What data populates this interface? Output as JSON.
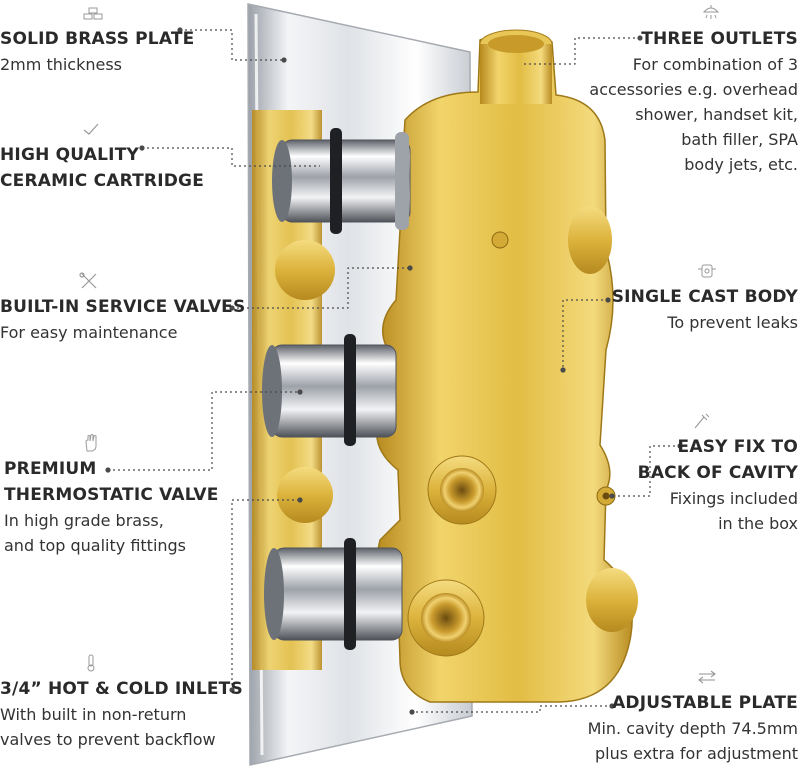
{
  "features": [
    {
      "title": "SOLID BRASS PLATE",
      "desc": [
        "2mm thickness"
      ],
      "icon": "brick-icon"
    },
    {
      "title": "HIGH QUALITY\nCERAMIC CARTRIDGE",
      "desc": [],
      "icon": "check-icon"
    },
    {
      "title": "BUILT-IN SERVICE VALVES",
      "desc": [
        "For easy maintenance"
      ],
      "icon": "tools-icon"
    },
    {
      "title": "PREMIUM\nTHERMOSTATIC VALVE",
      "desc": [
        "In high grade brass,",
        "and top quality fittings"
      ],
      "icon": "hand-icon"
    },
    {
      "title": "3/4” HOT & COLD INLETS",
      "desc": [
        "With built in non-return",
        "valves to prevent backflow"
      ],
      "icon": "thermometer-icon"
    },
    {
      "title": "THREE OUTLETS",
      "desc": [
        "For combination of 3",
        "accessories e.g. overhead",
        "shower, handset kit,",
        "bath filler, SPA",
        "body jets, etc."
      ],
      "icon": "shower-icon"
    },
    {
      "title": "SINGLE CAST BODY",
      "desc": [
        "To prevent leaks"
      ],
      "icon": "cast-body-icon"
    },
    {
      "title": "EASY FIX TO\nBACK OF CAVITY",
      "desc": [
        "Fixings included",
        "in the box"
      ],
      "icon": "screw-icon"
    },
    {
      "title": "ADJUSTABLE PLATE",
      "desc": [
        "Min. cavity depth 74.5mm",
        "plus extra for adjustment"
      ],
      "icon": "arrows-icon"
    }
  ],
  "colors": {
    "text": "#2b2b2b",
    "brass": "#d9b23a",
    "brass_dark": "#a9821c",
    "chrome": "#b9bcc2",
    "leader": "#4a4a4a"
  }
}
